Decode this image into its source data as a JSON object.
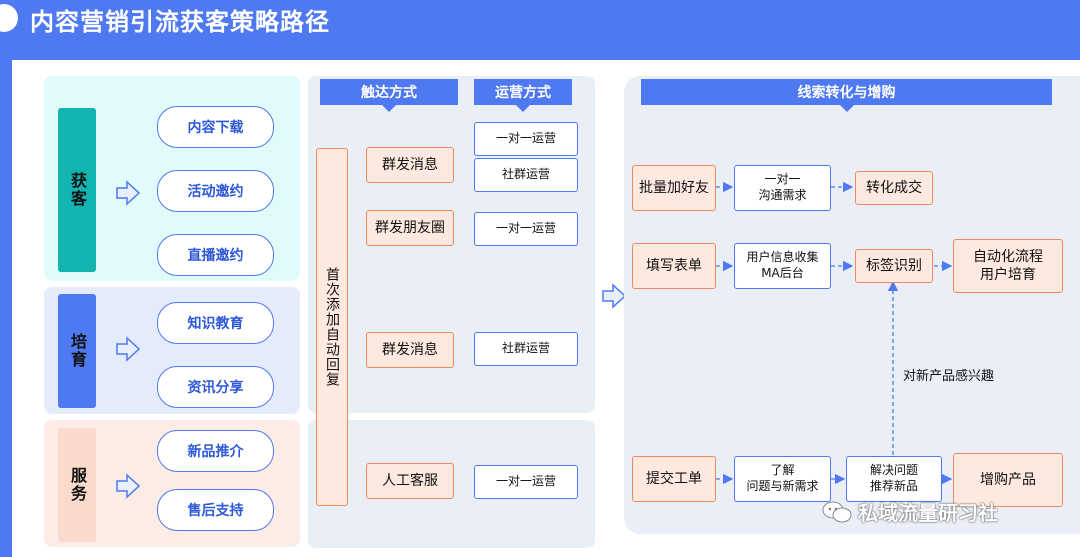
{
  "title": "内容营销引流获客策略路径",
  "categories": [
    {
      "label": "获客",
      "color": "#13b3b0",
      "items": [
        "内容下载",
        "活动邀约",
        "直播邀约"
      ]
    },
    {
      "label": "培育",
      "color": "#4e79f0",
      "items": [
        "知识教育",
        "资讯分享"
      ]
    },
    {
      "label": "服务",
      "color": "#fbd9cc",
      "items": [
        "新品推介",
        "售后支持"
      ]
    }
  ],
  "reach": {
    "headers": {
      "reach": "触达方式",
      "ops": "运营方式"
    },
    "auto_reply": "首次添加自动回复",
    "rows": [
      {
        "method": "群发消息",
        "ops": [
          "一对一运营",
          "社群运营"
        ]
      },
      {
        "method": "群发朋友圈",
        "ops": [
          "一对一运营"
        ]
      },
      {
        "method": "群发消息",
        "ops": [
          "社群运营"
        ]
      },
      {
        "method": "人工客服",
        "ops": [
          "一对一运营"
        ]
      }
    ]
  },
  "conversion": {
    "header": "线索转化与增购",
    "row1": {
      "start": "批量加好友",
      "mid": "一对一\n沟通需求",
      "end": "转化成交"
    },
    "row2": {
      "start": "填写表单",
      "mid": "用户信息收集\nMA后台",
      "tag": "标签识别",
      "end": "自动化流程\n用户培育"
    },
    "row3": {
      "start": "提交工单",
      "mid": "了解\n问题与新需求",
      "solve": "解决问题\n推荐新品",
      "end": "增购产品"
    },
    "interest_note": "对新产品感兴趣"
  },
  "watermark": "私域流量研习社",
  "colors": {
    "accent": "#4e79f0",
    "orange": "#f08a5d",
    "teal": "#13b3b0"
  }
}
